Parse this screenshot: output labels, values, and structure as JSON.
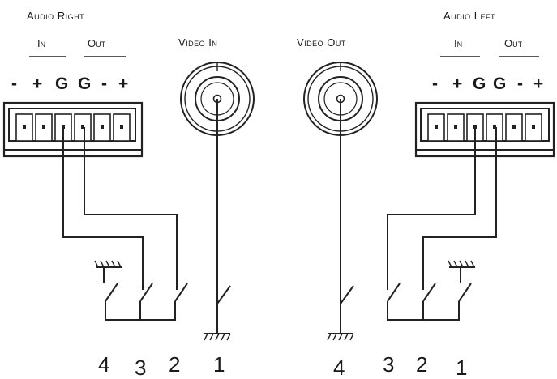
{
  "audio_right": {
    "title": "Audio Right",
    "in_label": "In",
    "out_label": "Out",
    "pins": [
      "-",
      "+",
      "G",
      "G",
      "-",
      "+"
    ]
  },
  "video_in": {
    "title": "Video In"
  },
  "video_out": {
    "title": "Video Out"
  },
  "audio_left": {
    "title": "Audio Left",
    "in_label": "In",
    "out_label": "Out",
    "pins": [
      "-",
      "+",
      "G",
      "G",
      "-",
      "+"
    ]
  },
  "switch_numbers_left": [
    "4",
    "3",
    "2",
    "1"
  ],
  "switch_numbers_right": [
    "4",
    "3",
    "2",
    "1"
  ]
}
